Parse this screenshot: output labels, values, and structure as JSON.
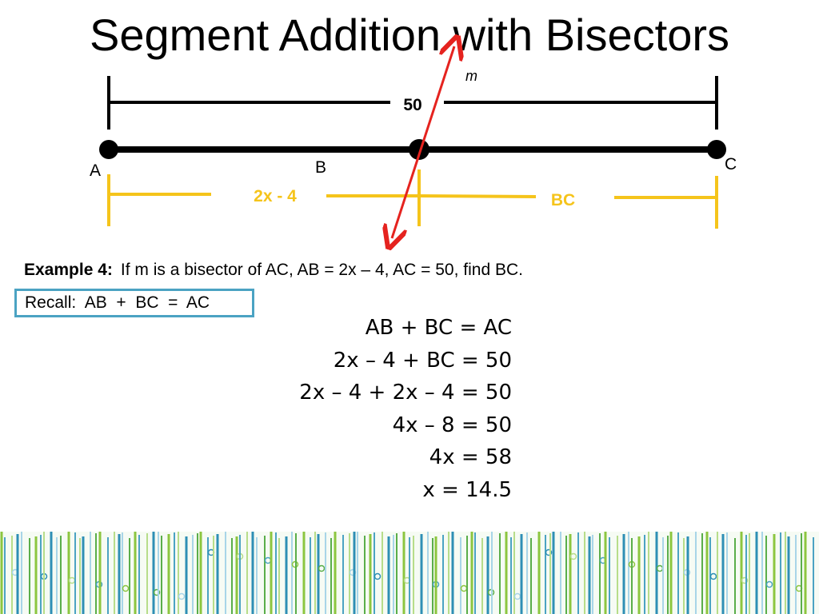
{
  "title": "Segment Addition with Bisectors",
  "diagram": {
    "total_length_label": "50",
    "bisector_label": "m",
    "point_a": "A",
    "point_b": "B",
    "point_c": "C",
    "ab_label": "2x - 4",
    "bc_label": "BC",
    "colors": {
      "segment": "#000000",
      "bisector": "#e5231f",
      "measure": "#f5c41b"
    }
  },
  "example": {
    "heading": "Example 4:",
    "text": "If m is a bisector of AC, AB = 2x – 4, AC = 50, find BC."
  },
  "recall": "Recall:  AB  +  BC  =  AC",
  "steps": [
    "AB + BC = AC",
    "2x – 4 + BC = 50",
    "2x – 4 + 2x – 4 = 50",
    "4x – 8 = 50",
    "4x = 58",
    "x = 14.5"
  ],
  "border_colors": [
    "#8cc63f",
    "#4ba3c3",
    "#b7dd8a",
    "#2e8fb5",
    "#a8d5e8",
    "#5aae4a"
  ]
}
